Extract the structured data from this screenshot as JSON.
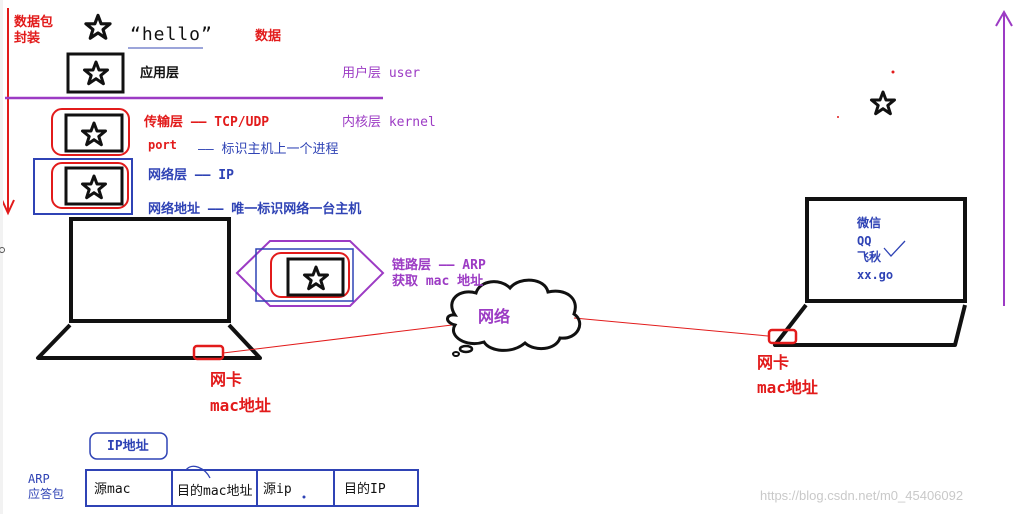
{
  "encapsulation": {
    "title": "数据包\n封装",
    "payload_text": "“hello”",
    "data_label": "数据"
  },
  "layers": {
    "application": "应用层",
    "user_space": "用户层 user",
    "transport": "传输层 —— TCP/UDP",
    "kernel": "内核层 kernel",
    "port": "port",
    "port_desc": "—— 标识主机上一个进程",
    "network": "网络层 —— IP",
    "network_address": "网络地址 —— 唯一标识网络一台主机",
    "link": "链路层 —— ARP",
    "link_desc": "获取 mac 地址"
  },
  "network": {
    "cloud_label": "网络"
  },
  "left_host": {
    "nic_label": "网卡",
    "mac_label": "mac地址"
  },
  "right_host": {
    "nic_label": "网卡",
    "mac_label": "mac地址",
    "apps": [
      "微信",
      "QQ",
      "飞秋",
      "xx.go"
    ]
  },
  "arp_packet": {
    "title": "ARP\n应答包",
    "ip_header": "IP地址",
    "fields": [
      "源mac",
      "目的mac地址",
      "源ip",
      "目的IP"
    ]
  },
  "watermark": "https://blog.csdn.net/m0_45406092",
  "colors": {
    "red": "#e21b1b",
    "purple": "#9c3bc4",
    "blue": "#2f43b5",
    "black": "#111111"
  }
}
